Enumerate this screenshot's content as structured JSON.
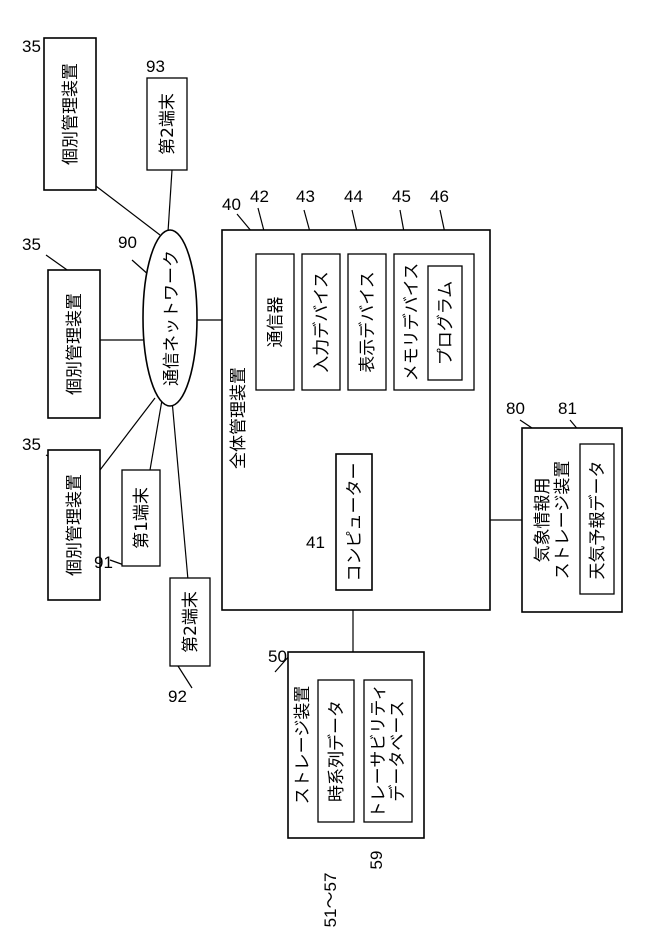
{
  "units": {
    "individual_mgmt": {
      "label": "個別管理装置",
      "ref": "35"
    },
    "network": {
      "label": "通信ネットワーク",
      "ref": "90"
    },
    "terminal1": {
      "label": "第1端末",
      "ref": "91"
    },
    "terminal2a": {
      "label": "第2端末",
      "ref": "92"
    },
    "terminal2b": {
      "label": "第2端末",
      "ref": "93"
    },
    "overall_mgmt": {
      "label": "全体管理装置",
      "ref": "40"
    },
    "computer": {
      "label": "コンピューター",
      "ref": "41"
    },
    "comm_device": {
      "label": "通信器",
      "ref": "42"
    },
    "input_device": {
      "label": "入力デバイス",
      "ref": "43"
    },
    "display_device": {
      "label": "表示デバイス",
      "ref": "44"
    },
    "memory_device": {
      "label": "メモリデバイス",
      "ref": "45"
    },
    "program": {
      "label": "プログラム",
      "ref": "46"
    },
    "storage": {
      "label": "ストレージ装置",
      "ref": "50"
    },
    "timeseries": {
      "label": "時系列データ",
      "ref": "51～57"
    },
    "traceability_db": {
      "line1": "トレーサビリティ",
      "line2": "データベース",
      "ref": "59"
    },
    "weather_storage": {
      "line1": "気象情報用",
      "line2": "ストレージ装置",
      "ref": "80"
    },
    "forecast": {
      "label": "天気予報データ",
      "ref": "81"
    }
  }
}
